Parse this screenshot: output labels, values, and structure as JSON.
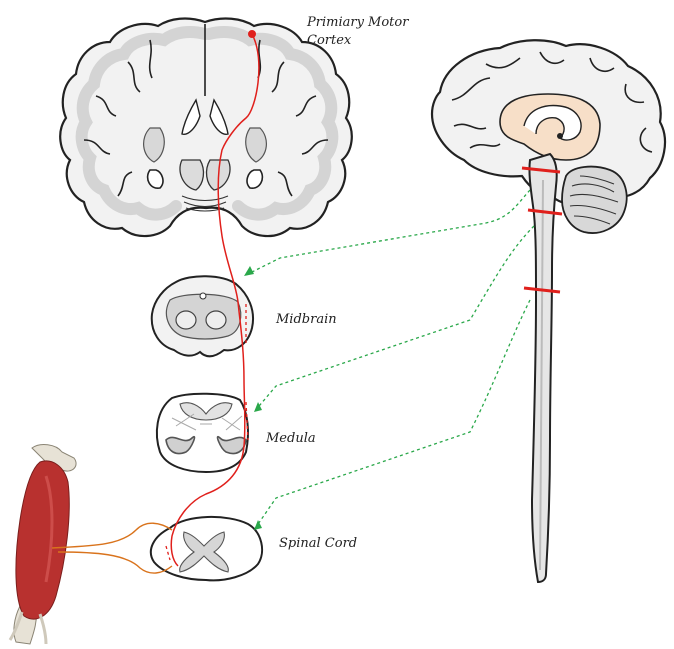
{
  "labels": {
    "motor_cortex_line1": "Primiary Motor",
    "motor_cortex_line2": "Cortex",
    "midbrain": "Midbrain",
    "medula": "Medula",
    "spinal_cord": "Spinal Cord"
  },
  "colors": {
    "outline": "#222222",
    "brain_fill": "#f2f2f2",
    "brain_grey": "#d8d8d8",
    "deep_fill": "#f7dfc8",
    "pathway_red": "#e0201c",
    "pointer_green": "#2aa84a",
    "nerve_orange": "#d9731c",
    "muscle_red": "#b8312f",
    "cut_marker_red": "#e0201c"
  },
  "icons": {
    "coronal_section": "brain-coronal-section",
    "sagittal_view": "brain-sagittal-view",
    "midbrain_section": "midbrain-cross-section",
    "medulla_section": "medulla-cross-section",
    "spinal_section": "spinal-cord-cross-section",
    "muscle": "biceps-muscle"
  }
}
